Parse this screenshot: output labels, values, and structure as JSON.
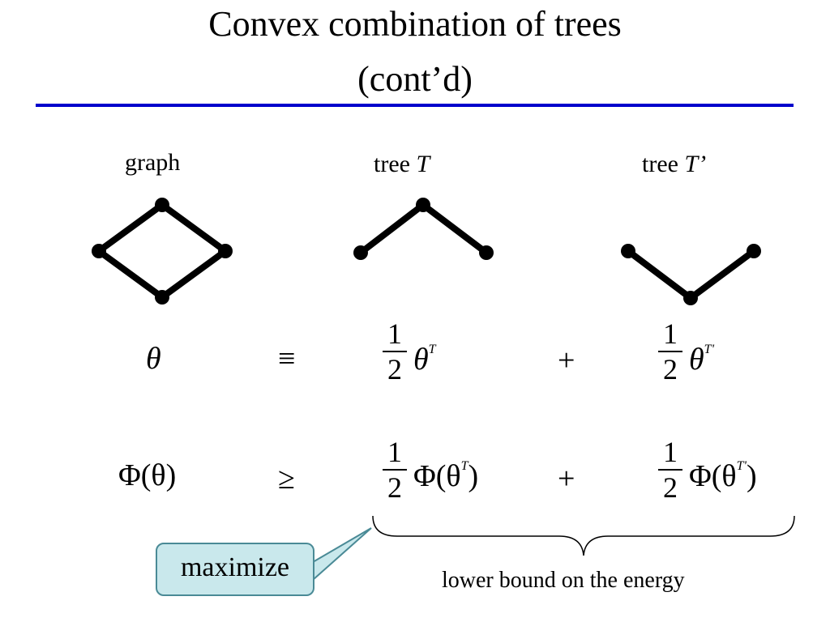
{
  "slide": {
    "title_line1": "Convex combination of trees",
    "title_line2": "(cont’d)",
    "accent_color": "#0000cc",
    "callout_fill": "#c9e8ec"
  },
  "columns": {
    "graph_label": "graph",
    "tree_label_prefix": "tree",
    "tree_t_symbol": "T",
    "tree_t_prime_symbol": "T’"
  },
  "row1": {
    "lhs": "θ",
    "relation": "≡",
    "frac_num": "1",
    "frac_den": "2",
    "term1_base": "θ",
    "term1_sup": "T",
    "plus": "+",
    "term2_base": "θ",
    "term2_sup": "T'"
  },
  "row2": {
    "lhs": "Φ(θ)",
    "relation": "≥",
    "frac_num": "1",
    "frac_den": "2",
    "term1_open": "Φ(θ",
    "term1_sup": "T",
    "term1_close": ")",
    "plus": "+",
    "term2_open": "Φ(θ",
    "term2_sup": "T'",
    "term2_close": ")"
  },
  "annotations": {
    "callout": "maximize",
    "brace_caption": "lower bound on the energy"
  }
}
